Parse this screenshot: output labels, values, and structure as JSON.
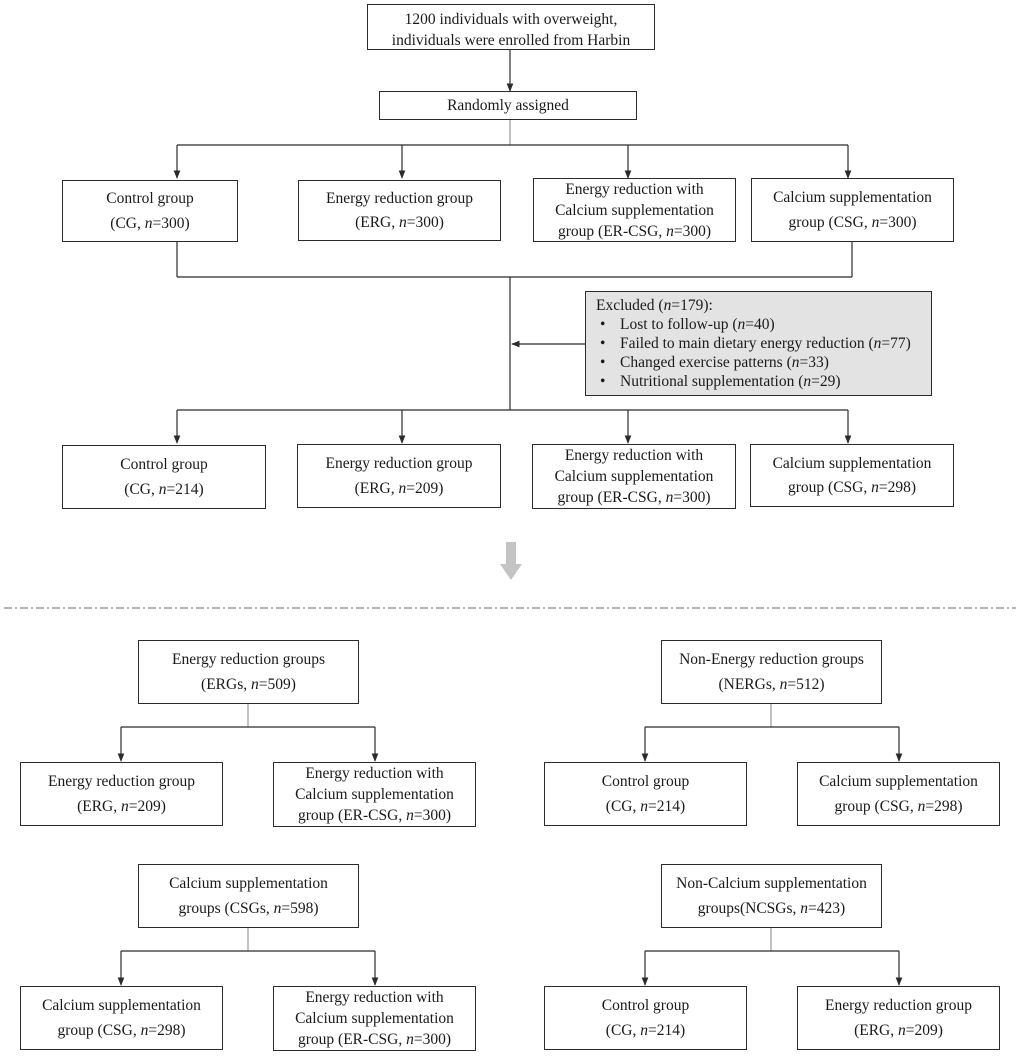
{
  "enrollment": {
    "line1": "1200 individuals with overweight,",
    "line2": "individuals were enrolled  from Harbin"
  },
  "randomization": {
    "label": "Randomly assigned"
  },
  "initial_groups": [
    {
      "name": "Control group",
      "abbr": "CG",
      "n": "300"
    },
    {
      "name": "Energy reduction  group",
      "abbr": "ERG",
      "n": "300"
    },
    {
      "name_line1": "Energy reduction with",
      "name_line2": "Calcium supplementation",
      "prefix": "group (",
      "abbr": "ER-CSG",
      "n": "300"
    },
    {
      "name": "Calcium supplementation",
      "prefix": "group (",
      "abbr": "CSG",
      "n": "300"
    }
  ],
  "excluded": {
    "title_prefix": "Excluded (",
    "n": "179",
    "title_suffix": "):",
    "reasons": [
      {
        "label": "Lost to follow-up",
        "n": "40"
      },
      {
        "label": "Failed to main dietary energy reduction",
        "n": "77"
      },
      {
        "label": "Changed exercise patterns",
        "n": "33"
      },
      {
        "label": "Nutritional supplementation",
        "n": "29"
      }
    ]
  },
  "final_groups": [
    {
      "name": "Control group",
      "abbr": "CG",
      "n": "214"
    },
    {
      "name": "Energy reduction  group",
      "abbr": "ERG",
      "n": "209"
    },
    {
      "name_line1": "Energy reduction with",
      "name_line2": "Calcium supplementation",
      "prefix": "group (",
      "abbr": "ER-CSG",
      "n": "300"
    },
    {
      "name": "Calcium supplementation",
      "prefix": "group (",
      "abbr": "CSG",
      "n": "298"
    }
  ],
  "analysis": {
    "ergs": {
      "parent": {
        "name": "Energy reduction  groups",
        "abbr": "ERGs",
        "n": "509"
      },
      "left": {
        "name": "Energy reduction  group",
        "abbr": "ERG",
        "n": "209"
      },
      "right": {
        "name_line1": "Energy reduction with",
        "name_line2": "Calcium supplementation",
        "prefix": "group (",
        "abbr": "ER-CSG",
        "n": "300"
      }
    },
    "nergs": {
      "parent": {
        "name": "Non-Energy reduction  groups",
        "abbr": "NERGs",
        "n": "512"
      },
      "left": {
        "name": "Control group",
        "abbr": "CG",
        "n": "214"
      },
      "right": {
        "name": "Calcium supplementation",
        "prefix": "group (",
        "abbr": "CSG",
        "n": "298"
      }
    },
    "csgs": {
      "parent": {
        "name": "Calcium supplementation",
        "prefix": "groups (",
        "abbr": "CSGs",
        "n": "598"
      },
      "left": {
        "name": "Calcium supplementation",
        "prefix": "group (",
        "abbr": "CSG",
        "n": "298"
      },
      "right": {
        "name_line1": "Energy reduction with",
        "name_line2": "Calcium supplementation",
        "prefix": "group (",
        "abbr": "ER-CSG",
        "n": "300"
      }
    },
    "ncsgs": {
      "parent": {
        "name": "Non-Calcium supplementation",
        "prefix": "groups(",
        "abbr": "NCSGs",
        "n": "423"
      },
      "left": {
        "name": "Control group",
        "abbr": "CG",
        "n": "214"
      },
      "right": {
        "name": "Energy reduction  group",
        "abbr": "ERG",
        "n": "209"
      }
    }
  },
  "notation": {
    "n_symbol": "n",
    "equals": "=",
    "sep": ", ",
    "open": "(",
    "close": ")"
  },
  "colors": {
    "line": "#2b2b2b",
    "excluded_fill": "#e3e3e3",
    "big_arrow": "#c4c4c4",
    "divider": "#9a9a9a"
  }
}
